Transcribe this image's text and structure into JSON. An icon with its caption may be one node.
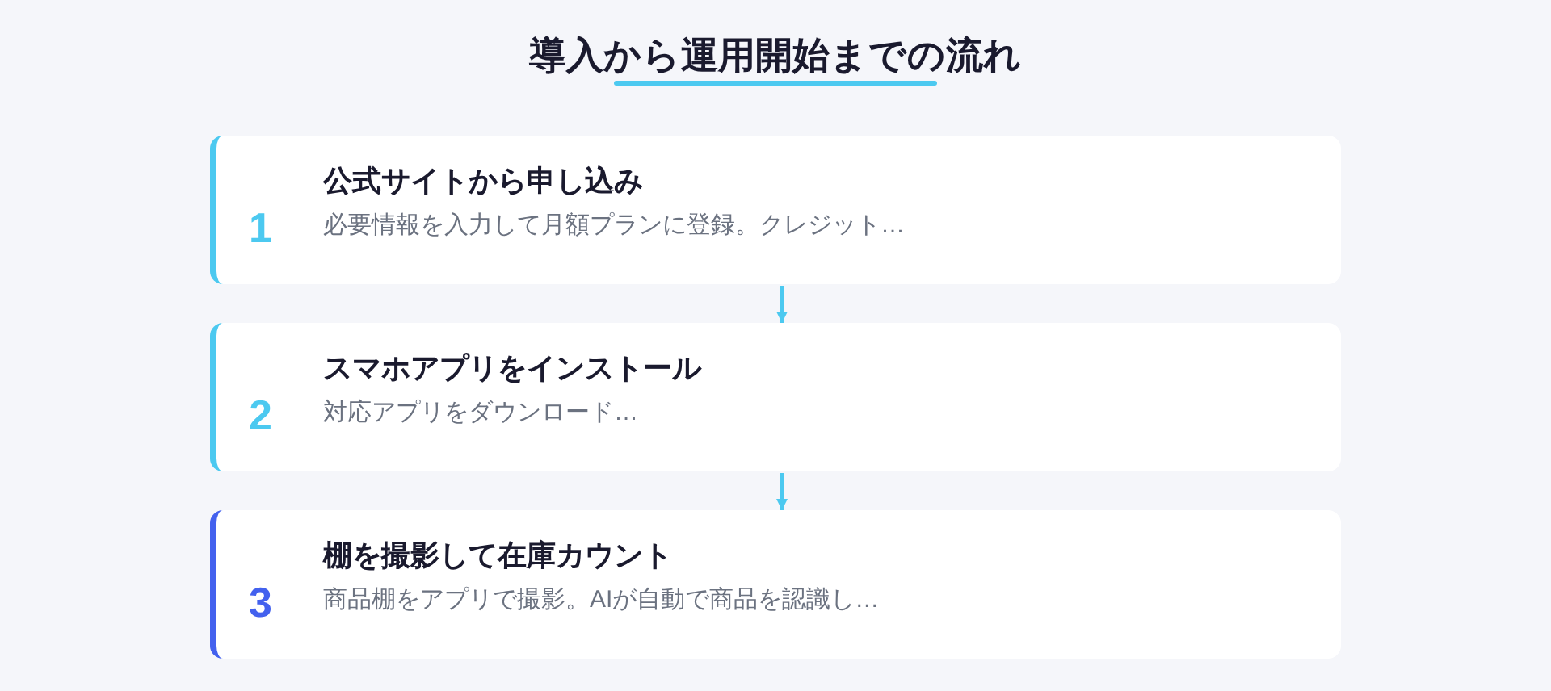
{
  "diagram": {
    "title": "導入から運用開始までの流れ",
    "nodes": [
      {
        "text": [
          "1",
          "公式サイトから申し込み",
          "必要情報を入力して月額プランに登録。クレジット…"
        ]
      },
      {
        "text": [
          "2",
          "スマホアプリをインストール",
          "対応アプリをダウンロード…"
        ]
      },
      {
        "text": [
          "3",
          "棚を撮影して在庫カウント",
          "商品棚をアプリで撮影。AIが自動で商品を認識し…"
        ]
      }
    ],
    "edges": [
      {
        "from": 0,
        "to": 1,
        "arrow": "to"
      },
      {
        "from": 1,
        "to": 2,
        "arrow": "to"
      }
    ]
  }
}
